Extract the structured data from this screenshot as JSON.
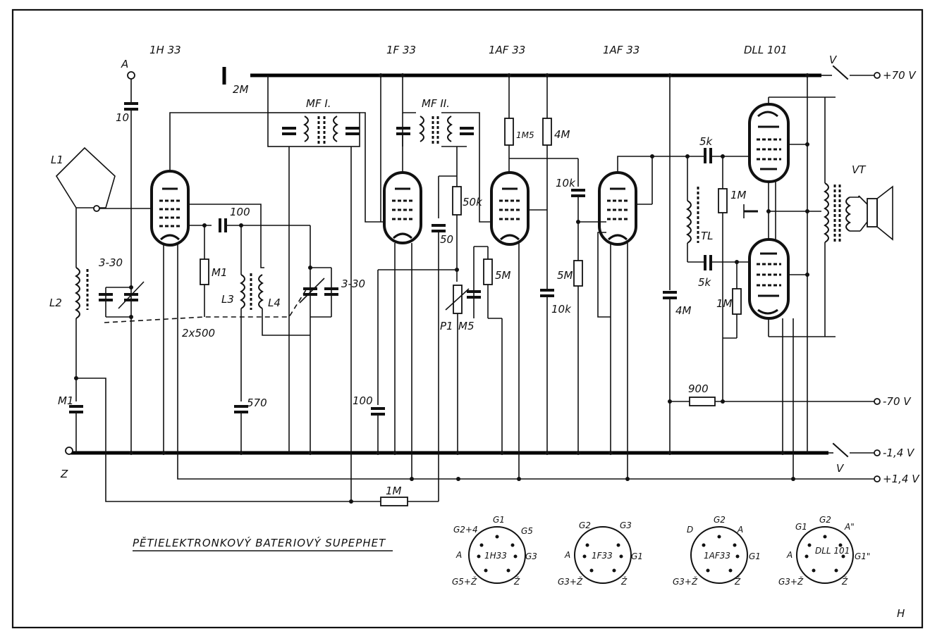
{
  "tubes": {
    "t1": "1H 33",
    "t2": "1F 33",
    "t3": "1AF 33",
    "t4": "1AF 33",
    "t5": "DLL 101"
  },
  "labels": {
    "antenna": "A",
    "ground": "Z",
    "l1": "L1",
    "l2": "L2",
    "l3": "L3",
    "l4": "L4",
    "c_ant": "10",
    "c_m1_left": "M1",
    "trim_left": "3-30",
    "gang": "2x500",
    "r_m1": "M1",
    "c_100_top": "100",
    "trim_right": "3-30",
    "c_570": "570",
    "c_2m": "2M",
    "mf1": "MF I.",
    "mf2": "MF II.",
    "c_100_mid": "100",
    "c_50": "50",
    "r_50k": "50k",
    "r_5m_a": "5M",
    "p1": "P1",
    "p1_val": "M5",
    "r_1m5": "1M5",
    "r_4m": "4M",
    "c_10k_a": "10k",
    "r_5m_b": "5M",
    "c_10k_b": "10k",
    "c_5k_top": "5k",
    "c_5k_bot": "5k",
    "r_1m_top": "1M",
    "r_1m_bot": "1M",
    "tl": "TL",
    "c_4m": "4M",
    "vt": "VT",
    "r_900": "900",
    "r_1m_bottom": "1M",
    "sw_top": "V",
    "sw_bot": "V"
  },
  "supply": {
    "plus70": "+70 V",
    "minus70": "-70 V",
    "minus14": "-1,4 V",
    "plus14": "+1,4 V"
  },
  "title": "PĚTIELEKTRONKOVÝ BATERIOVÝ SUPEPHET",
  "sheet_mark": "H",
  "sockets": [
    {
      "name": "1H33",
      "pins": {
        "top": "G1",
        "tl": "G2+4",
        "tr": "G5",
        "l": "A",
        "r": "G3",
        "bl": "G5+Ž",
        "br": "Ž"
      }
    },
    {
      "name": "1F33",
      "pins": {
        "top": "",
        "tl": "G2",
        "tr": "G3",
        "l": "A",
        "r": "G1",
        "bl": "G3+Ž",
        "br": "Ž"
      }
    },
    {
      "name": "1AF33",
      "pins": {
        "top": "G2",
        "tl": "D",
        "tr": "A",
        "l": "",
        "r": "G1",
        "bl": "G3+Ž",
        "br": "Ž"
      }
    },
    {
      "name": "DLL 101",
      "pins": {
        "top": "G2",
        "tl": "G1",
        "tr": "A\"",
        "l": "A",
        "r": "G1\"",
        "bl": "G3+Ž",
        "br": "Ž"
      }
    }
  ]
}
